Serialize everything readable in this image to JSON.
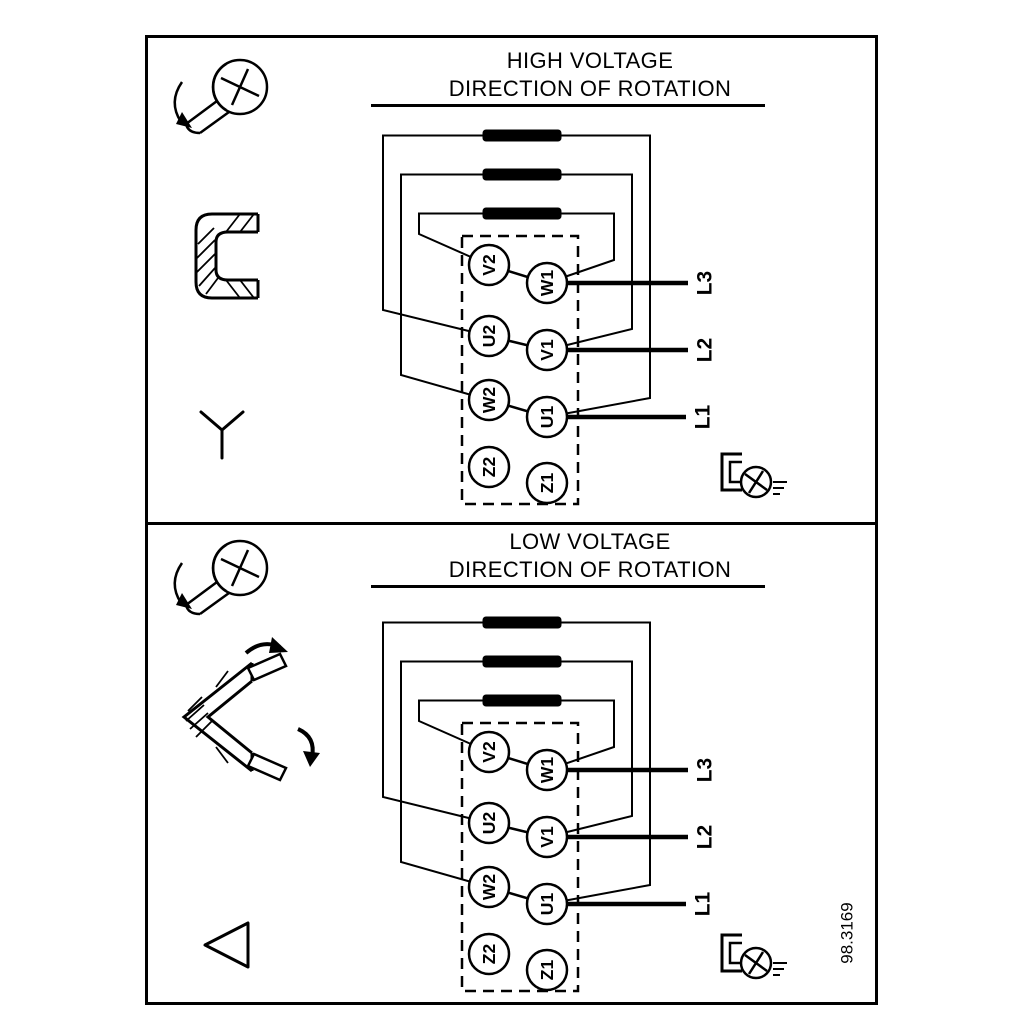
{
  "figure": {
    "number": "98.3169"
  },
  "panels": [
    {
      "title": "HIGH VOLTAGE",
      "subtitle": "DIRECTION OF ROTATION",
      "connection_symbol": "star",
      "terminals": {
        "left": [
          "V2",
          "U2",
          "W2",
          "Z2"
        ],
        "right": [
          "W1",
          "V1",
          "U1",
          "Z1"
        ]
      },
      "supply_lines": [
        "L3",
        "L2",
        "L1"
      ]
    },
    {
      "title": "LOW VOLTAGE",
      "subtitle": "DIRECTION OF ROTATION",
      "connection_symbol": "delta",
      "terminals": {
        "left": [
          "V2",
          "U2",
          "W2",
          "Z2"
        ],
        "right": [
          "W1",
          "V1",
          "U1",
          "Z1"
        ]
      },
      "supply_lines": [
        "L3",
        "L2",
        "L1"
      ]
    }
  ],
  "icons": [
    "screw-rotation-icon",
    "link-bridge-icon",
    "star-symbol-icon",
    "ground-screw-icon",
    "link-angled-icon",
    "delta-symbol-icon"
  ],
  "colors": {
    "line": "#000000",
    "background": "#ffffff"
  }
}
